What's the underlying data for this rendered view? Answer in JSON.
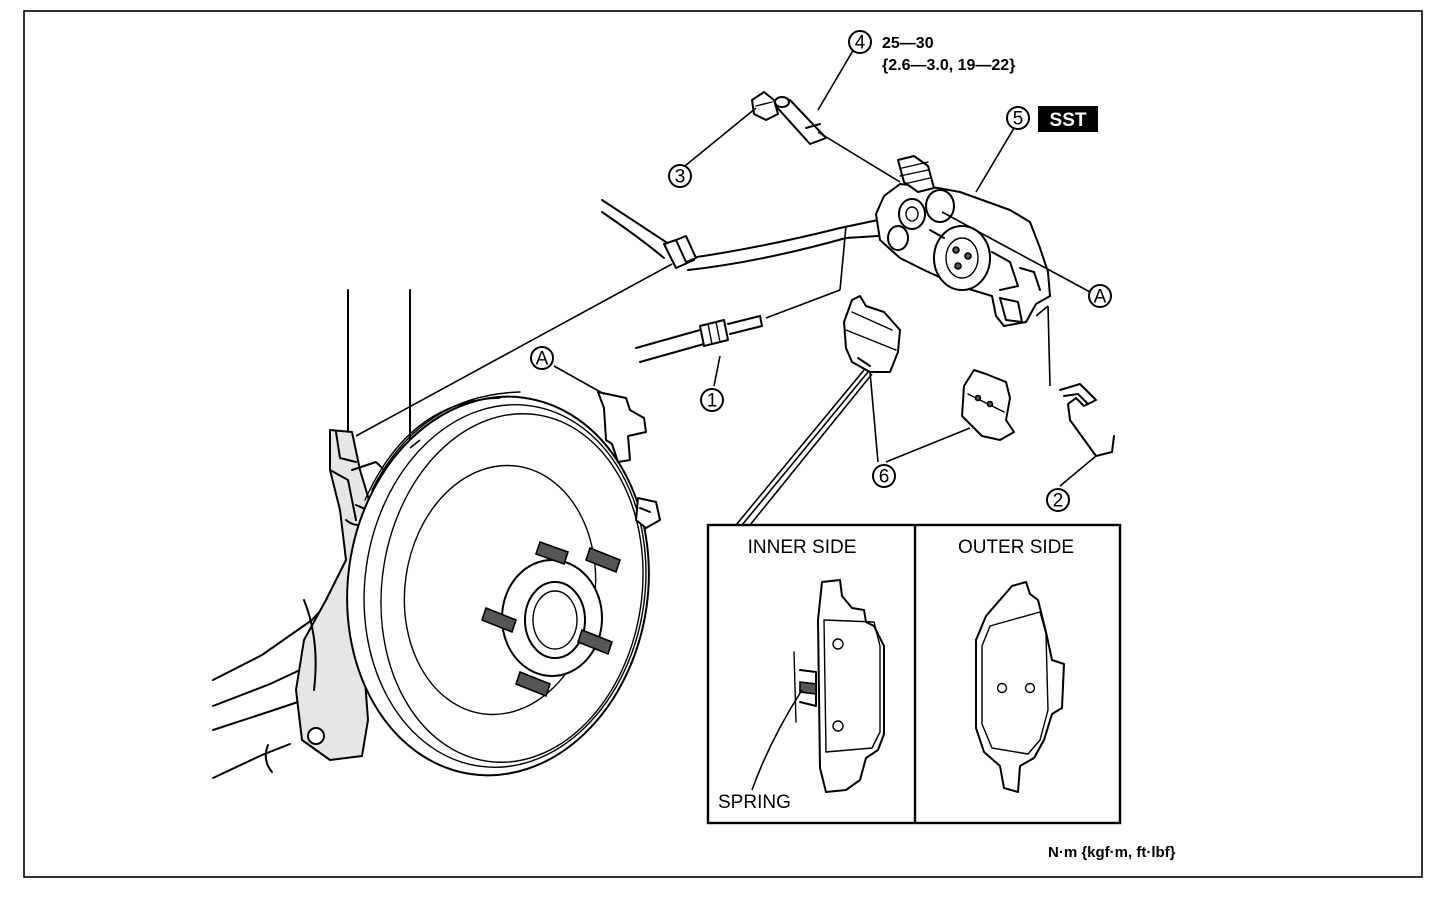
{
  "callouts": {
    "c1": "1",
    "c2": "2",
    "c3": "3",
    "c4": "4",
    "c5": "5",
    "c6": "6",
    "a_top": "A",
    "a_left": "A"
  },
  "torque": {
    "line1": "25—30",
    "line2": "{2.6—3.0, 19—22}"
  },
  "sst_label": "SST",
  "inset": {
    "inner_title": "INNER SIDE",
    "outer_title": "OUTER SIDE",
    "spring_label": "SPRING"
  },
  "units_label": "N·m {kgf·m, ft·lbf}"
}
